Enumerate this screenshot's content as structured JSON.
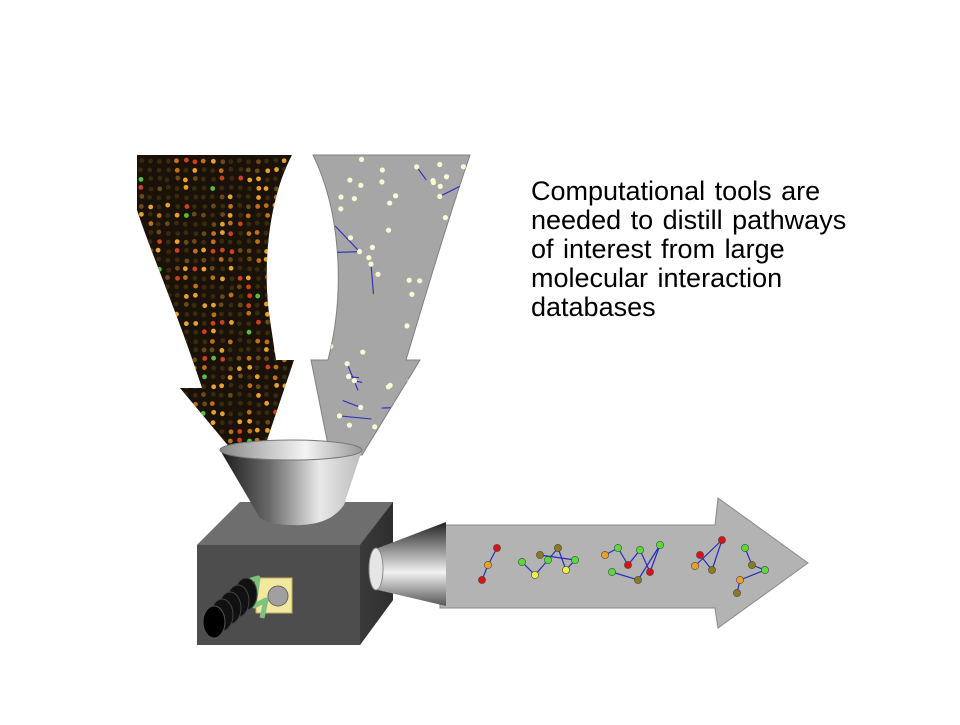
{
  "caption": {
    "line1": "Computational tools are",
    "line2": "needed to distill pathways",
    "line3": "of interest from large",
    "line4": "molecular interaction",
    "line5": "databases"
  },
  "colors": {
    "microarray_bg": "#1a1208",
    "network_bg": "#a6a6a6",
    "network_edge": "#2b2bbf",
    "network_node": "#fafad2",
    "machine_body": "#4d4d4d",
    "output_arrow": "#b3b3b3",
    "crank": "#000000",
    "gear_panel": "#f2e8a0",
    "spring": "#7fbf7f",
    "node_red": "#e01010",
    "node_green": "#55dd33",
    "node_orange": "#f0a020",
    "node_olive": "#8a7a20",
    "node_yellow": "#f0f040"
  },
  "icons": {
    "microarray_arrow": "microarray-arrow-icon",
    "network_arrow": "network-arrow-icon",
    "funnel": "funnel-icon",
    "machine": "machine-box-icon",
    "crank": "crank-handle-icon",
    "output_arrow": "pathway-output-arrow-icon"
  }
}
